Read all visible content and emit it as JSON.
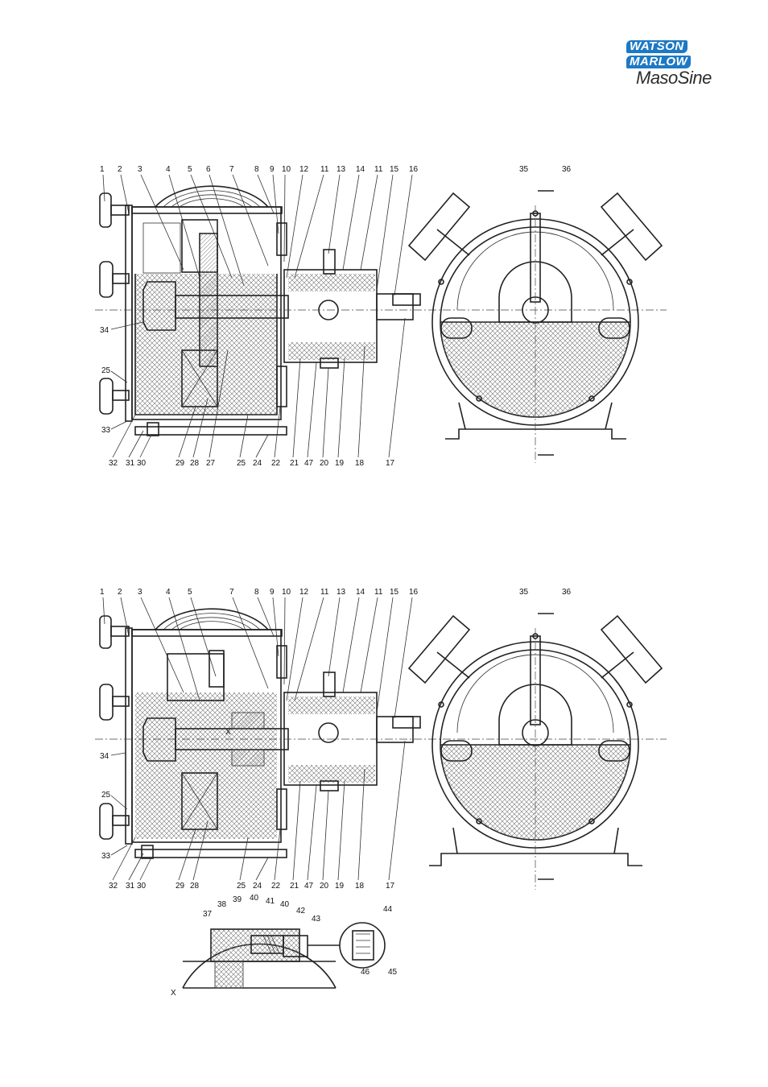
{
  "logo": {
    "line1": "WATSON",
    "line2": "MARLOW",
    "line3": "MasoSine",
    "brand_color": "#1d79c4"
  },
  "drawing_top": {
    "top_labels": [
      "1",
      "2",
      "3",
      "4",
      "5",
      "6",
      "7",
      "8",
      "9",
      "10",
      "12",
      "11",
      "13",
      "14",
      "11",
      "15",
      "16"
    ],
    "right_top_labels": [
      "35",
      "36"
    ],
    "left_labels": [
      "34",
      "25",
      "33"
    ],
    "bottom_labels": [
      "32",
      "31",
      "30",
      "29",
      "28",
      "27",
      "25",
      "24",
      "22",
      "21",
      "47",
      "20",
      "19",
      "18",
      "17"
    ]
  },
  "drawing_bottom": {
    "top_labels": [
      "1",
      "2",
      "3",
      "4",
      "5",
      "7",
      "8",
      "9",
      "10",
      "12",
      "11",
      "13",
      "14",
      "11",
      "15",
      "16"
    ],
    "right_top_labels": [
      "35",
      "36"
    ],
    "left_labels": [
      "34",
      "25",
      "33"
    ],
    "bottom_labels": [
      "32",
      "31",
      "30",
      "29",
      "28",
      "25",
      "24",
      "22",
      "21",
      "47",
      "20",
      "19",
      "18",
      "17"
    ],
    "center_mark": "X"
  },
  "detail": {
    "labels": [
      "37",
      "38",
      "39",
      "40",
      "41",
      "40",
      "42",
      "43",
      "44",
      "46",
      "45"
    ],
    "x_mark": "X"
  }
}
